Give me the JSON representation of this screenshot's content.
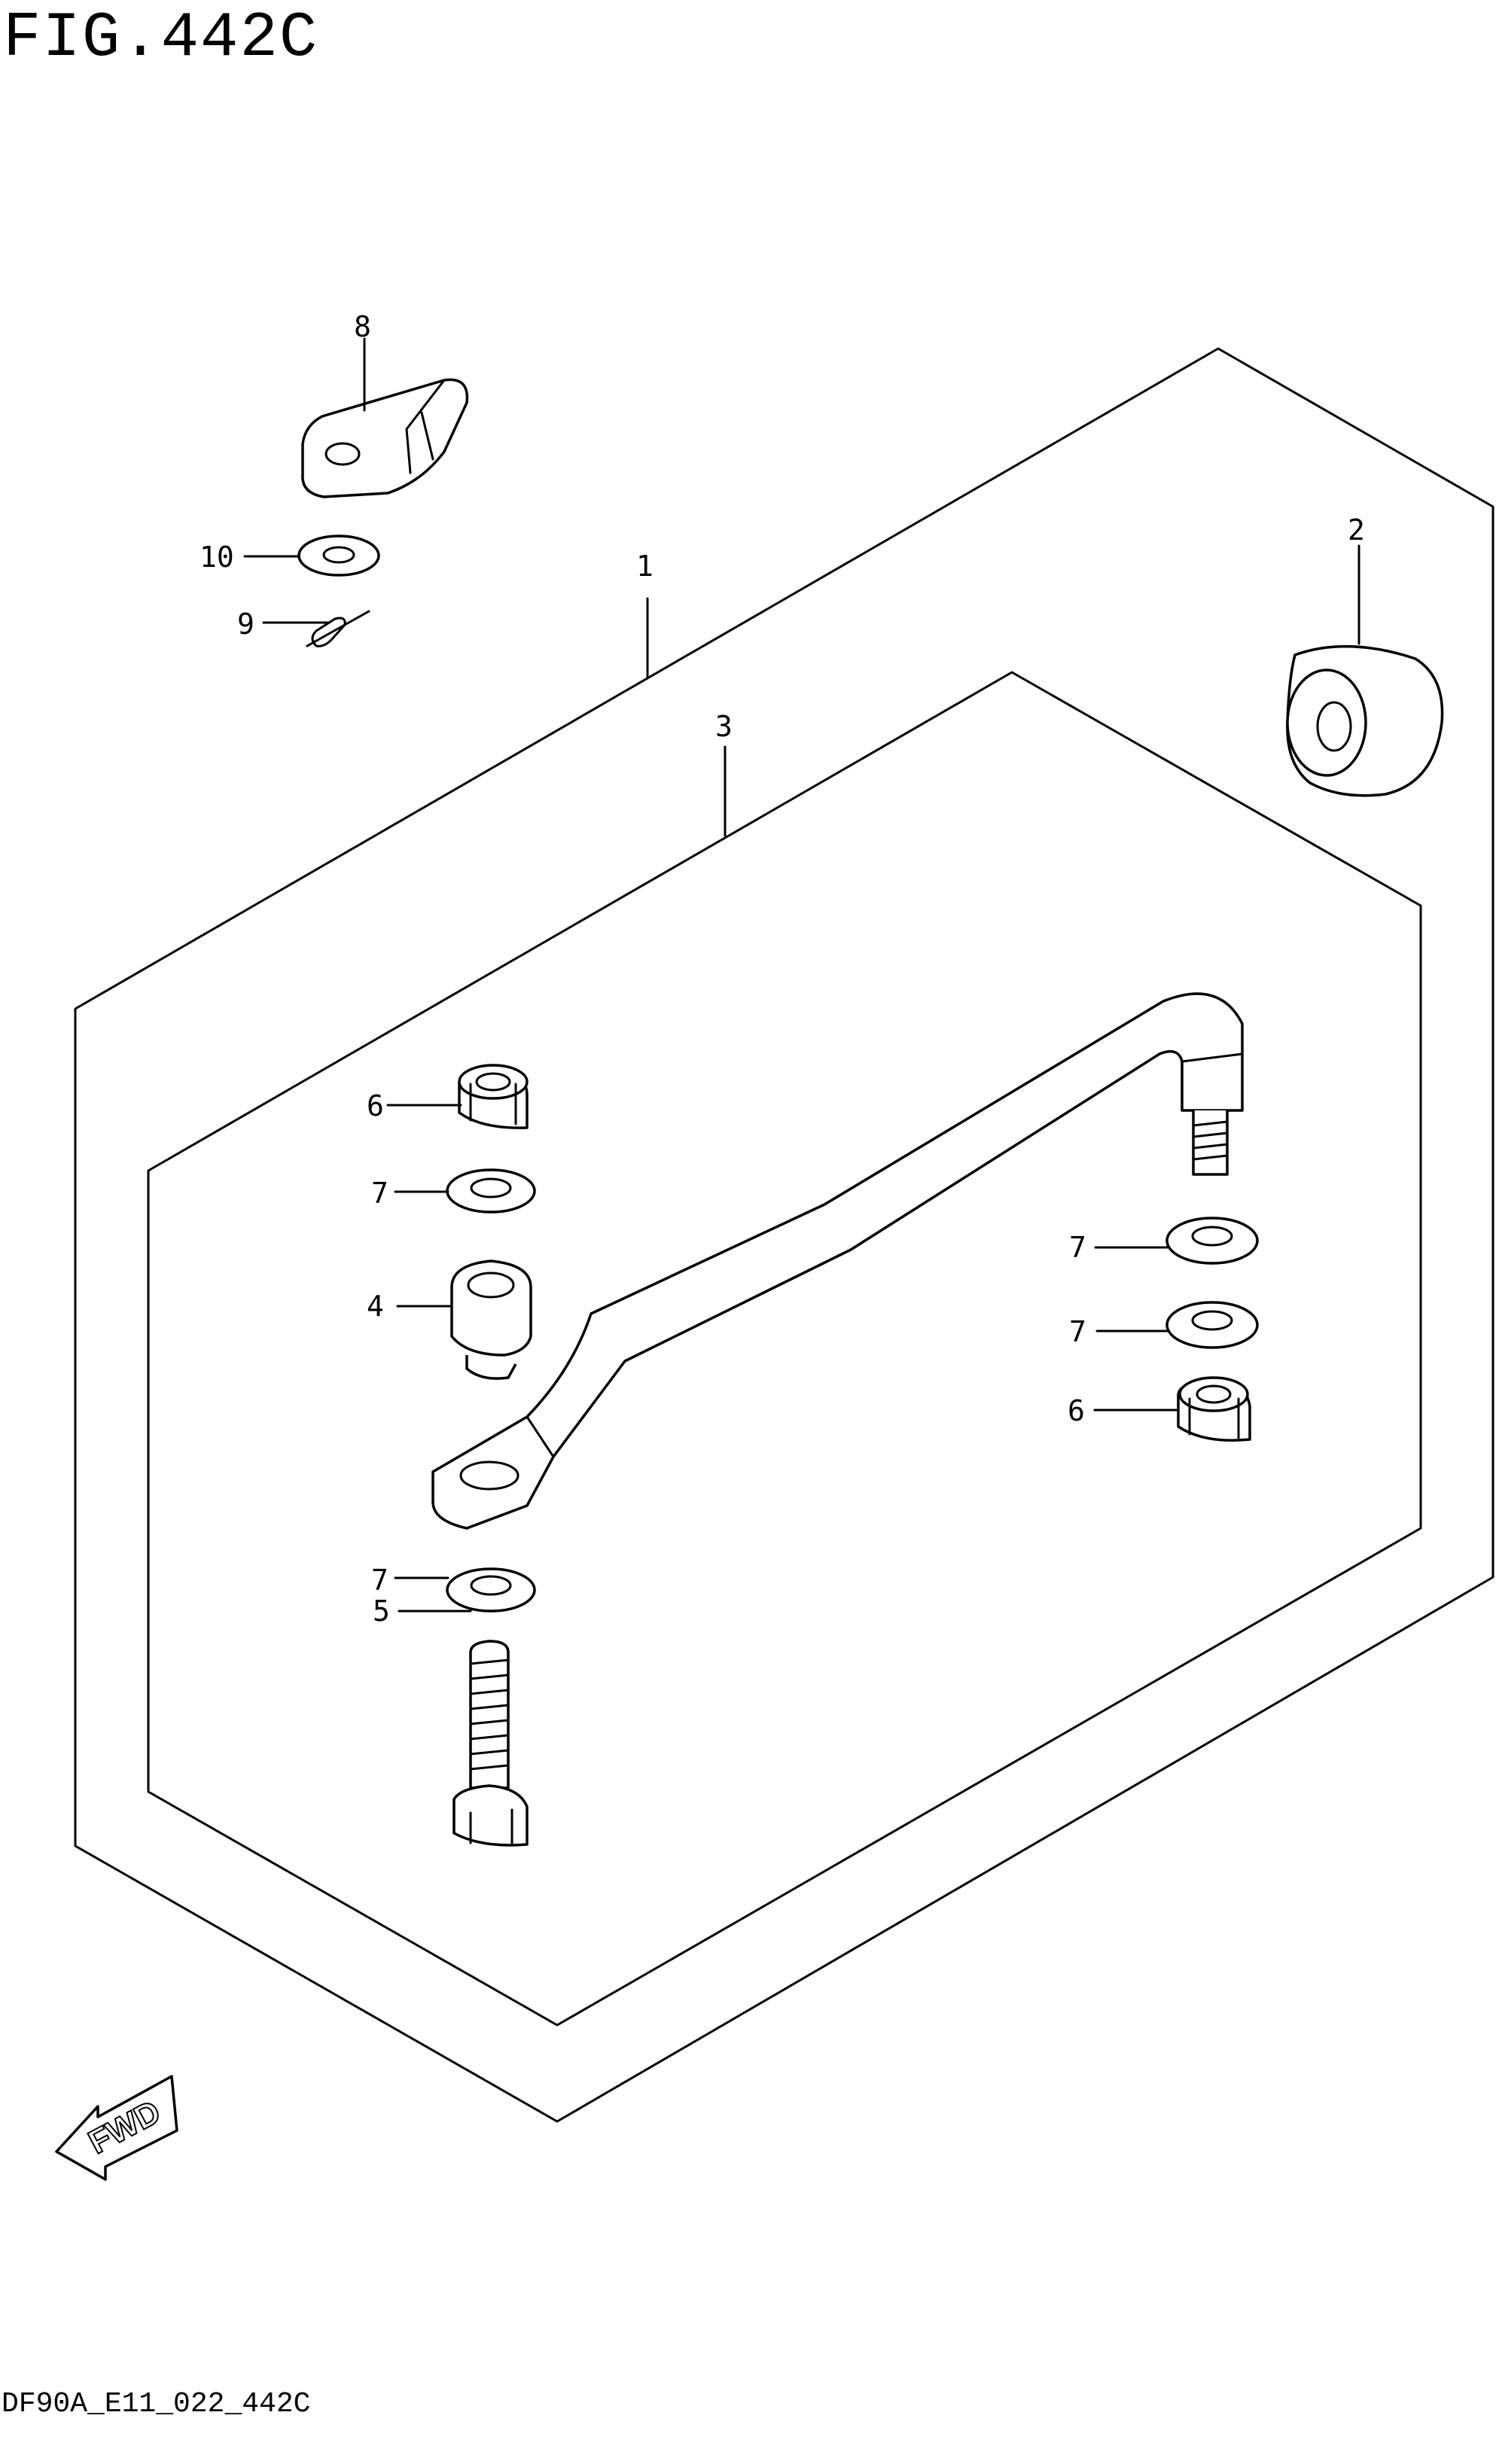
{
  "figure": {
    "title": "FIG.442C",
    "drawing_code": "DF90A_E11_022_442C",
    "direction_label": "FWD"
  },
  "callouts": {
    "c1": "1",
    "c2": "2",
    "c3": "3",
    "c4": "4",
    "c5": "5",
    "c6a": "6",
    "c6b": "6",
    "c7a": "7",
    "c7b": "7",
    "c7c": "7",
    "c7d": "7",
    "c8": "8",
    "c9": "9",
    "c10": "10"
  }
}
